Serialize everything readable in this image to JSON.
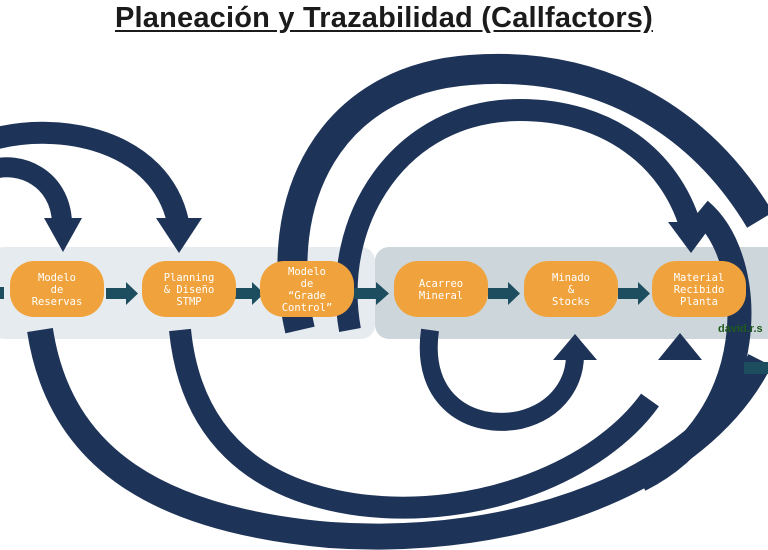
{
  "title": "Planeación y Trazabilidad (Callfactors)",
  "colors": {
    "node_fill": "#f0a33d",
    "flow_arrow": "#1d4e5f",
    "loop_arrow": "#1e3358",
    "band_left": "#e6ebef",
    "band_right": "#cdd6da"
  },
  "nodes": [
    {
      "lines": [
        "Modelo",
        "de",
        "Reservas"
      ]
    },
    {
      "lines": [
        "Planning",
        "& Diseño",
        "STMP"
      ]
    },
    {
      "lines": [
        "Modelo",
        "de",
        "“Grade",
        "Control”"
      ]
    },
    {
      "lines": [
        "Acarreo",
        "Mineral"
      ]
    },
    {
      "lines": [
        "Minado",
        "&",
        "Stocks"
      ]
    },
    {
      "lines": [
        "Material",
        "Recibido",
        "Planta"
      ]
    }
  ],
  "watermark": "david.r.s"
}
